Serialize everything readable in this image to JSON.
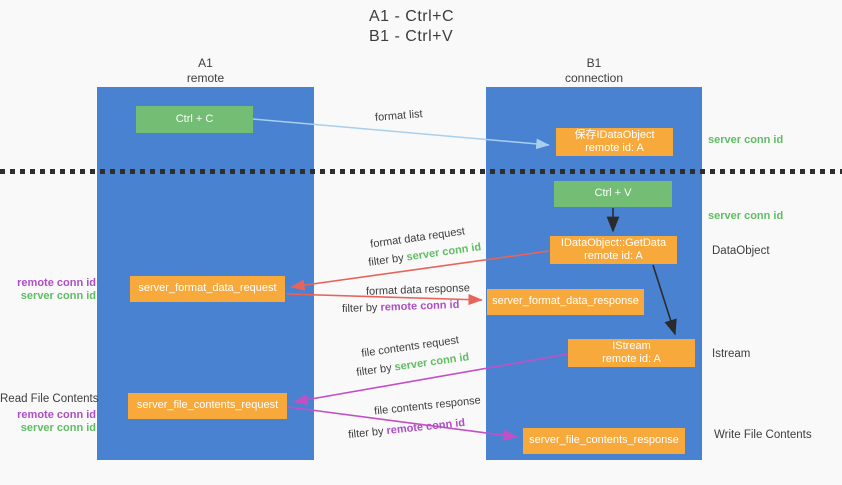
{
  "colors": {
    "background": "#f9f9f9",
    "lane_blue": "#4a82d2",
    "node_green": "#74bd74",
    "node_orange": "#f7a93c",
    "arrow_blue": "#a8cfee",
    "arrow_red": "#e8645a",
    "arrow_magenta": "#c44fc4",
    "arrow_black": "#2b2b2b",
    "text_dark": "#3d3d3d",
    "text_green": "#5fbd63",
    "text_purple": "#ad4fc4",
    "node_text": "#ffffff"
  },
  "title": {
    "line1": "A1 - Ctrl+C",
    "line2": "B1 - Ctrl+V"
  },
  "lanes": {
    "a1": {
      "name": "A1",
      "subtitle": "remote"
    },
    "b1": {
      "name": "B1",
      "subtitle": "connection"
    }
  },
  "nodes": {
    "ctrl_c": {
      "label": "Ctrl + C"
    },
    "ctrl_v": {
      "label": "Ctrl + V"
    },
    "save_idataobject": {
      "line1": "保存IDataObject",
      "line2": "remote id: A"
    },
    "getdata": {
      "line1": "IDataObject::GetData",
      "line2": "remote id: A"
    },
    "istream": {
      "line1": "IStream",
      "line2": "remote id: A"
    },
    "format_request": {
      "label": "server_format_data_request"
    },
    "format_response": {
      "label": "server_format_data_response"
    },
    "file_request": {
      "label": "server_file_contents_request"
    },
    "file_response": {
      "label": "server_file_contents_response"
    }
  },
  "side_labels": {
    "server_conn_id_top": "server conn id",
    "server_conn_id_mid": "server conn id",
    "dataobject": "DataObject",
    "istream": "Istream",
    "write_file_contents": "Write File Contents",
    "read_file_contents": "Read File Contents",
    "remote_conn_id_left1": "remote conn id",
    "server_conn_id_left1": "server conn id",
    "remote_conn_id_left2": "remote conn id",
    "server_conn_id_left2": "server conn id"
  },
  "arrow_labels": {
    "format_list": "format list",
    "format_data_request": "format data request",
    "format_data_response": "format data response",
    "file_contents_request": "file contents request",
    "file_contents_response": "file contents response",
    "filter_by": "filter by ",
    "server_conn_id": "server conn id",
    "remote_conn_id": "remote conn id"
  }
}
